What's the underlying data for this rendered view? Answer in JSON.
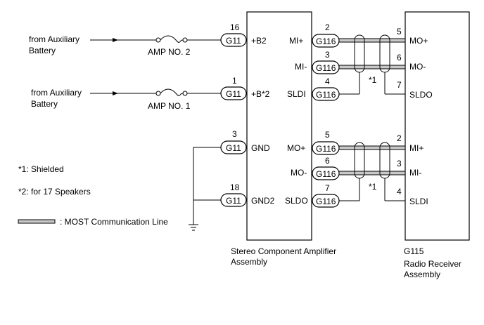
{
  "sources": {
    "aux_battery_1": "from Auxiliary\nBattery",
    "aux_battery_2": "from Auxiliary\nBattery"
  },
  "fuses": {
    "amp2": "AMP NO. 2",
    "amp1": "AMP NO. 1"
  },
  "amplifier": {
    "name": "Stereo Component Amplifier\nAssembly",
    "pins": [
      {
        "num": "16",
        "conn": "G11",
        "label": "+B2"
      },
      {
        "num": "1",
        "conn": "G11",
        "label": "+B*2"
      },
      {
        "num": "3",
        "conn": "G11",
        "label": "GND"
      },
      {
        "num": "18",
        "conn": "G11",
        "label": "GND2"
      }
    ],
    "right_pins": [
      {
        "num": "2",
        "conn": "G116",
        "label": "MI+"
      },
      {
        "num": "3",
        "conn": "G116",
        "label": "MI-"
      },
      {
        "num": "4",
        "conn": "G116",
        "label": "SLDI"
      },
      {
        "num": "5",
        "conn": "G116",
        "label": "MO+"
      },
      {
        "num": "6",
        "conn": "G116",
        "label": "MO-"
      },
      {
        "num": "7",
        "conn": "G116",
        "label": "SLDO"
      }
    ]
  },
  "receiver": {
    "connector": "G115",
    "name": "Radio Receiver\nAssembly",
    "pins": [
      {
        "num": "5",
        "label": "MO+"
      },
      {
        "num": "6",
        "label": "MO-"
      },
      {
        "num": "7",
        "label": "SLDO"
      },
      {
        "num": "2",
        "label": "MI+"
      },
      {
        "num": "3",
        "label": "MI-"
      },
      {
        "num": "4",
        "label": "SLDI"
      }
    ]
  },
  "shield_marks": [
    "*1",
    "*1"
  ],
  "notes": {
    "shielded": "*1: Shielded",
    "speakers": "*2: for 17 Speakers",
    "most_legend": ": MOST Communication Line"
  }
}
